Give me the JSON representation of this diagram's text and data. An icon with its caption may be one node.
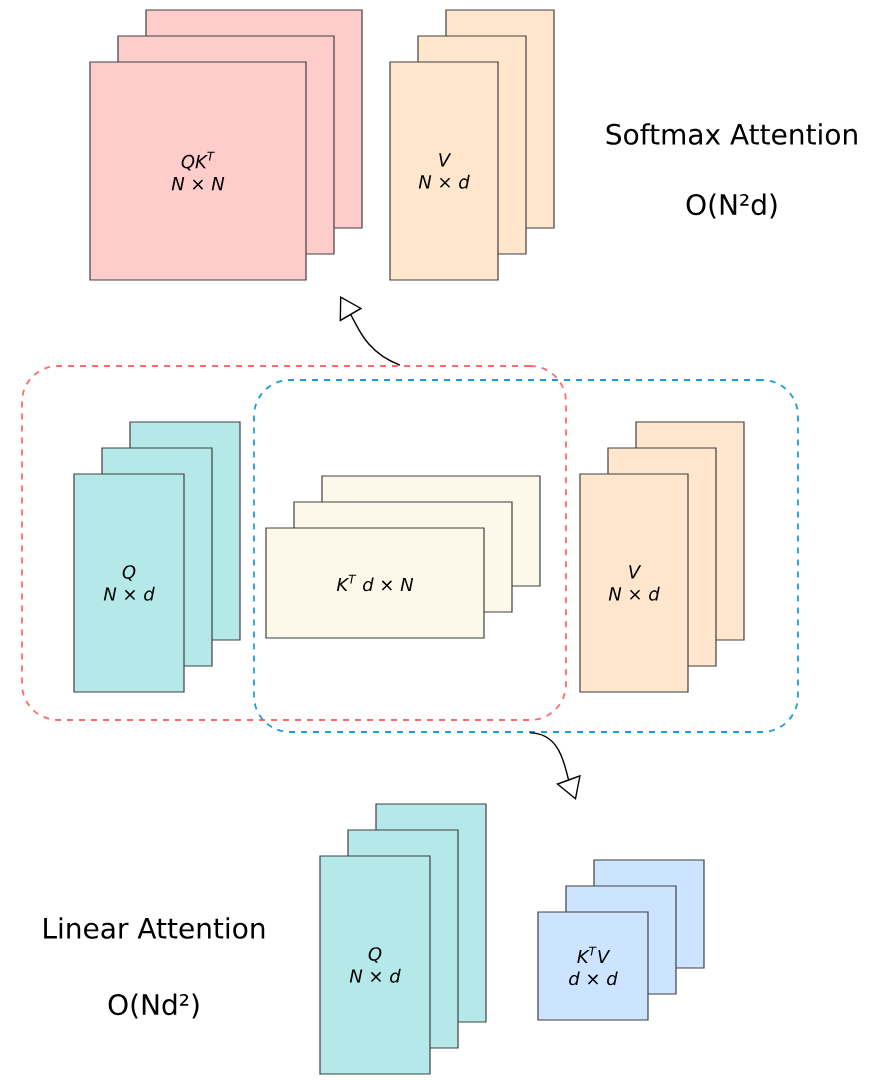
{
  "diagram": {
    "nodes": [
      {
        "text": [],
        "shape": "box"
      },
      {
        "text": [],
        "shape": "box"
      },
      {
        "text": [
          "Q",
          "N × d"
        ],
        "in": 0
      },
      {
        "text": [
          "K$^{T}$ d × N"
        ]
      },
      {
        "text": [
          "V",
          "N × d"
        ],
        "in": 1
      },
      {
        "text": [
          "QK$^{T}$",
          "N × N"
        ]
      },
      {
        "text": [
          "V",
          "N × d"
        ]
      },
      {
        "text": [
          "Q",
          "N × d"
        ]
      },
      {
        "text": [
          "K$^{T}$V",
          "d × d"
        ]
      }
    ],
    "edges": [
      {
        "from": 0,
        "to": null,
        "arrow": "to"
      },
      {
        "from": 1,
        "to": null,
        "arrow": "to"
      }
    ],
    "labels": [
      "Softmax Attention",
      "O(N²d)",
      "Linear Attention",
      "O(Nd²)"
    ]
  }
}
